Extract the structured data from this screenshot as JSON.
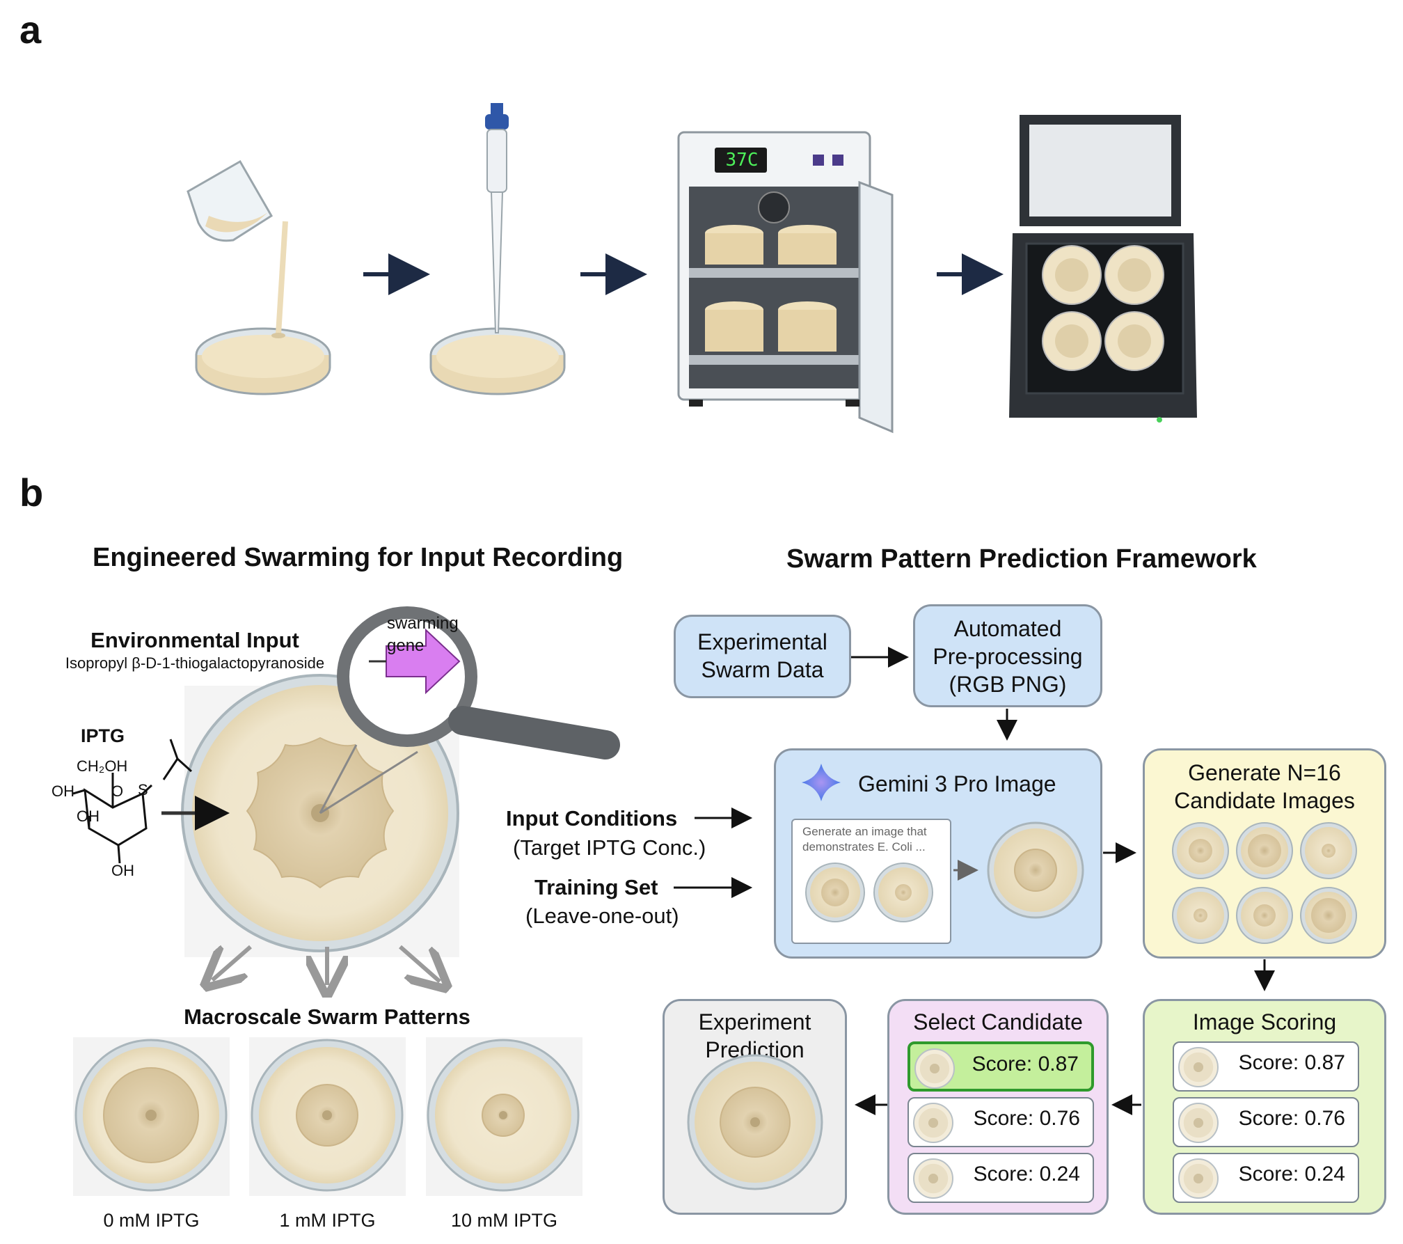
{
  "panel_a": {
    "label": "a",
    "incubator_display": "37C"
  },
  "panel_b": {
    "label": "b",
    "left": {
      "heading": "Engineered Swarming for Input Recording",
      "env_input_title": "Environmental Input",
      "env_input_sub": "Isopropyl β-D-1-thiogalactopyranoside",
      "iptg_label": "IPTG",
      "chem_ch2oh": "CH₂OH",
      "chem_oh1": "OH",
      "chem_o": "O",
      "chem_s": "S",
      "chem_oh2": "OH",
      "chem_oh3": "OH",
      "magnifier_line1": "swarming",
      "magnifier_line2": "gene",
      "macro_heading": "Macroscale Swarm Patterns",
      "dishes": [
        "0 mM IPTG",
        "1 mM IPTG",
        "10 mM IPTG"
      ]
    },
    "right": {
      "heading": "Swarm Pattern Prediction Framework",
      "experimental": "Experimental\nSwarm Data",
      "preprocessing": "Automated\nPre-processing\n(RGB PNG)",
      "gemini_title": "Gemini 3 Pro Image",
      "prompt_text": "Generate an image that\ndemonstrates E. Coli ...",
      "input_conditions": "Input Conditions",
      "input_conditions_sub": "(Target IPTG Conc.)",
      "training_set": "Training Set",
      "training_set_sub": "(Leave-one-out)",
      "generate": "Generate N=16\nCandidate Images",
      "image_scoring": "Image Scoring",
      "select_candidate": "Select Candidate",
      "experiment_prediction": "Experiment\nPrediction",
      "scores": [
        "Score: 0.87",
        "Score: 0.76",
        "Score: 0.24"
      ]
    }
  },
  "colors": {
    "blue_box": "#cfe3f7",
    "yellow_box": "#fbf7d2",
    "green_box": "#e7f5c9",
    "purple_box": "#f3def5",
    "grey_box": "#eeeeee",
    "selected_row": "#c4ef9c",
    "gene_arrow": "#d97ef0"
  }
}
